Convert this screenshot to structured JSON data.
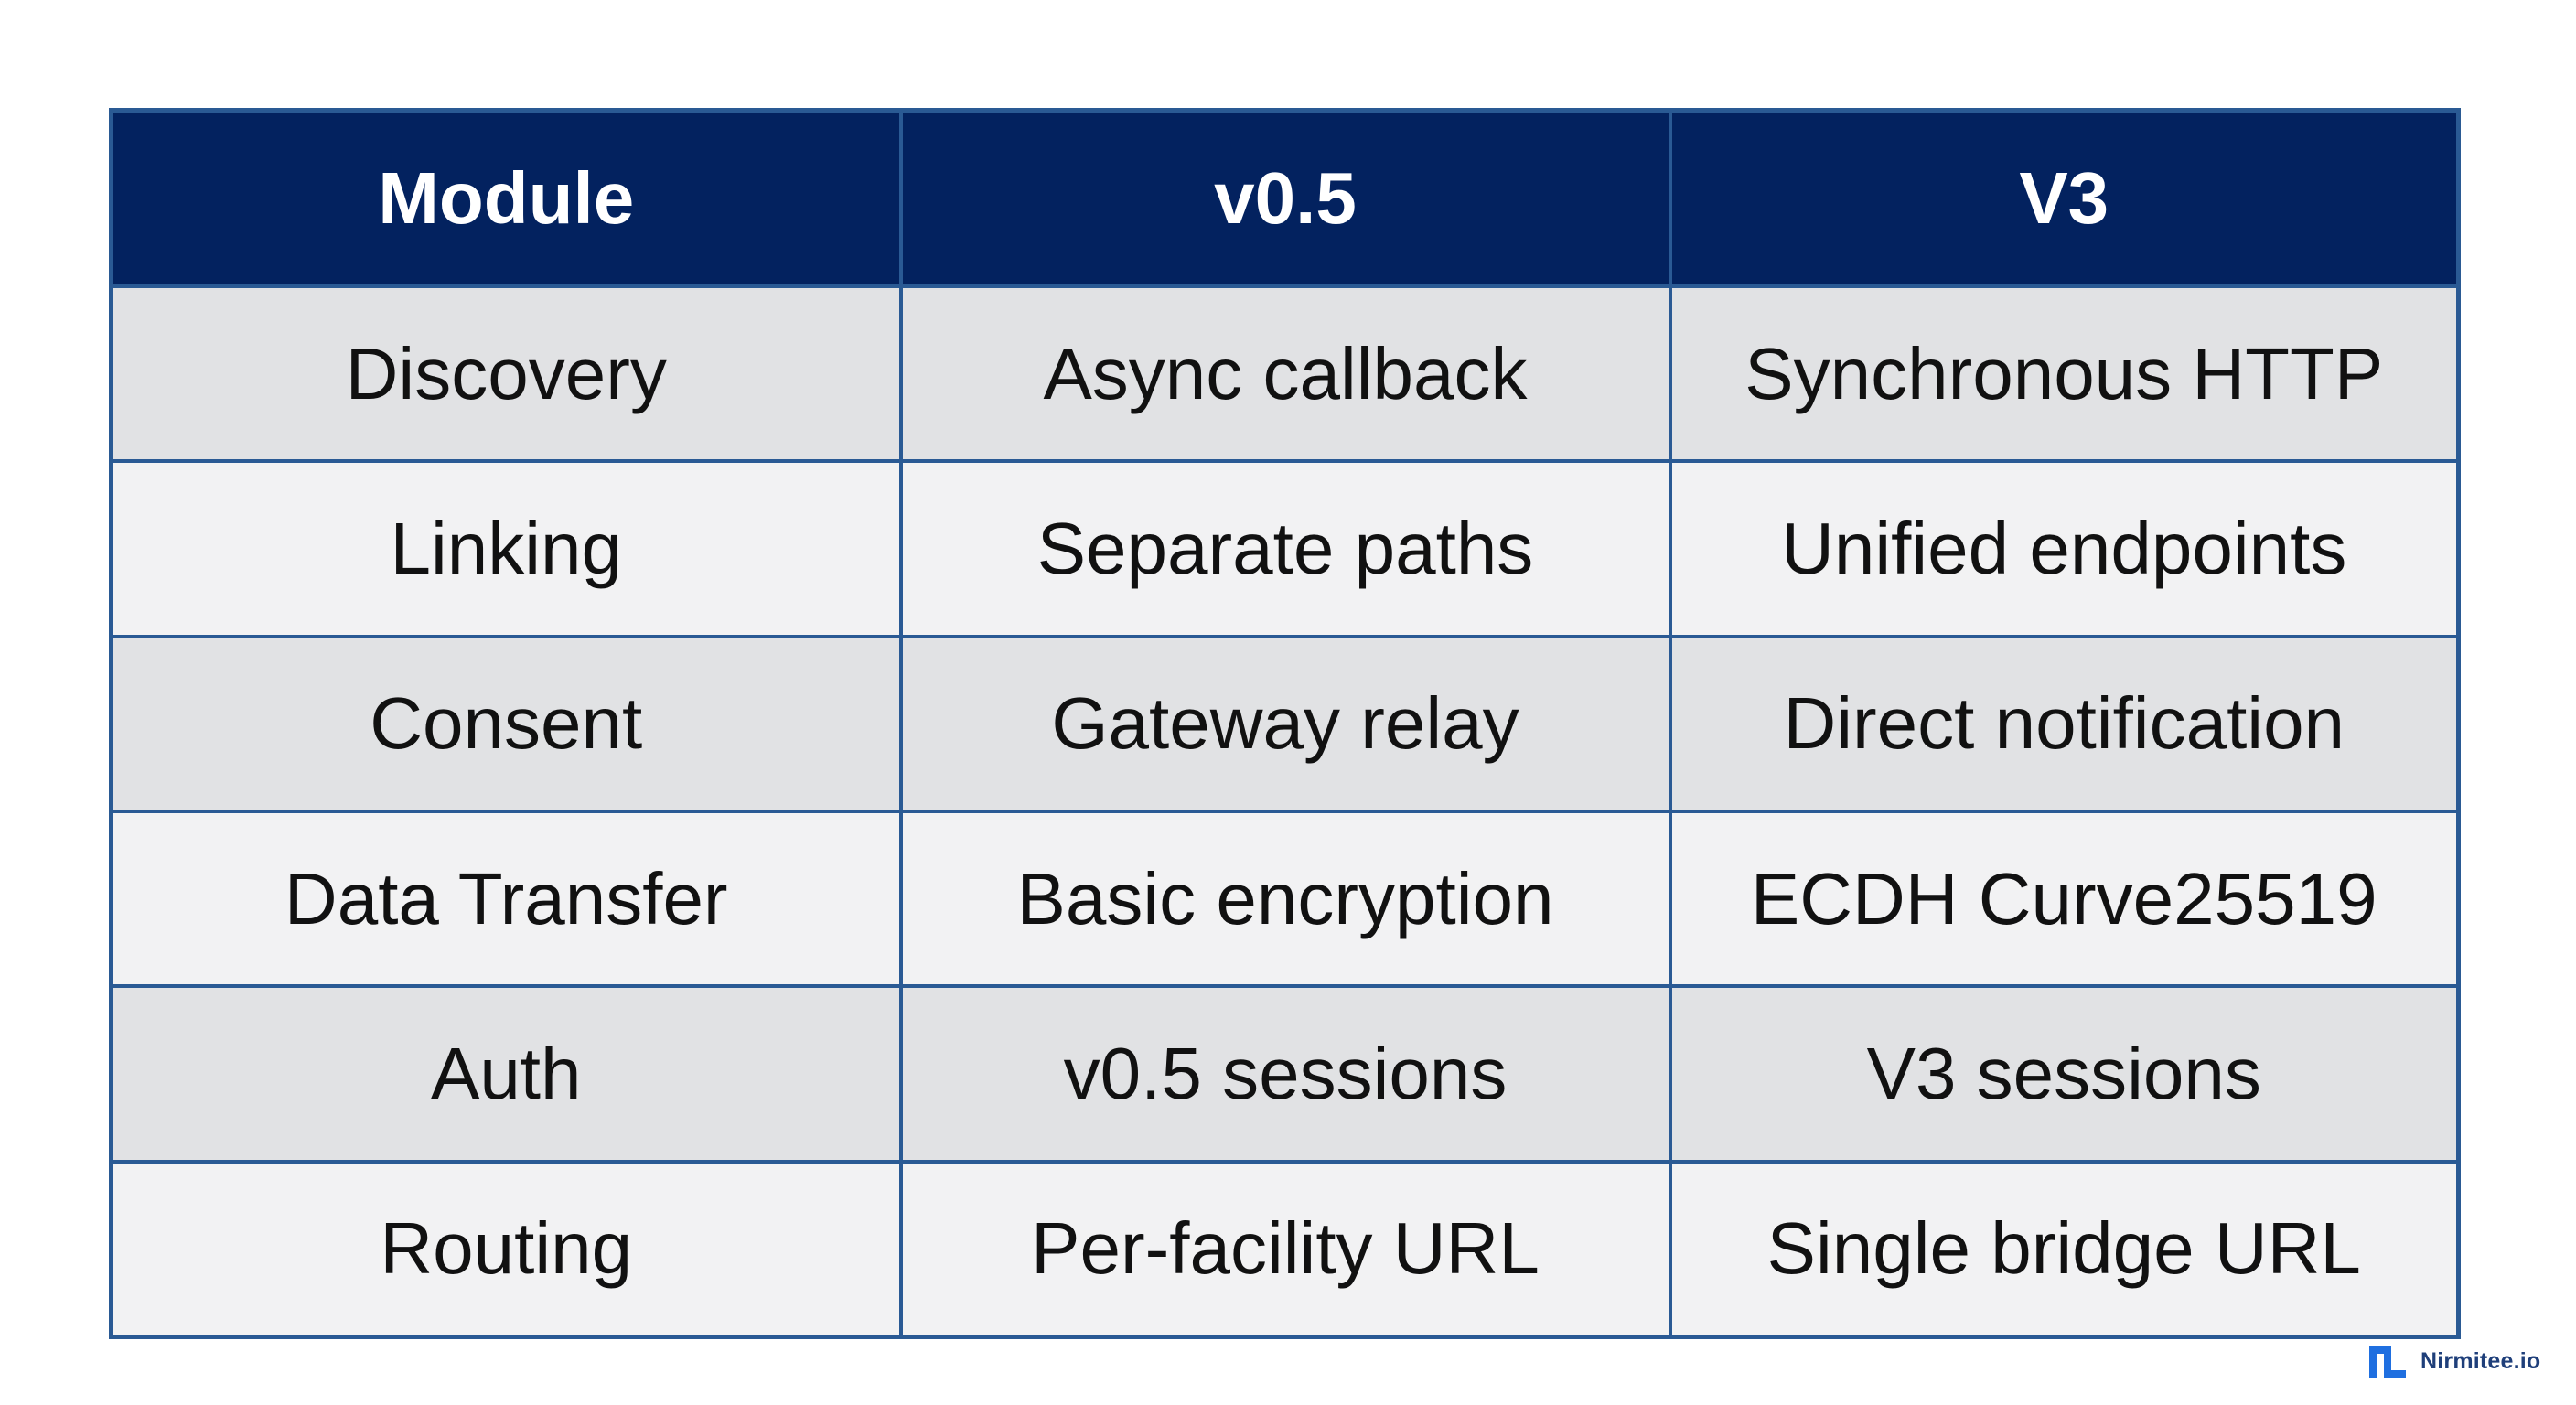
{
  "table": {
    "headers": [
      "Module",
      "v0.5",
      "V3"
    ],
    "rows": [
      [
        "Discovery",
        "Async callback",
        "Synchronous HTTP"
      ],
      [
        "Linking",
        "Separate paths",
        "Unified endpoints"
      ],
      [
        "Consent",
        "Gateway relay",
        "Direct notification"
      ],
      [
        "Data Transfer",
        "Basic encryption",
        "ECDH Curve25519"
      ],
      [
        "Auth",
        "v0.5 sessions",
        "V3 sessions"
      ],
      [
        "Routing",
        "Per-facility URL",
        "Single bridge URL"
      ]
    ]
  },
  "colors": {
    "header_bg": "#03225f",
    "header_text": "#ffffff",
    "border": "#2a5a94",
    "row_shaded": "#e1e2e4",
    "row_light": "#f2f2f3",
    "brand": "#1f3f7a"
  },
  "brand": {
    "name": "Nirmitee.io",
    "icon": "nirmitee-logo-icon"
  }
}
